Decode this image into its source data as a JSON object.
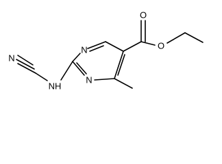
{
  "molecule": {
    "atoms": {
      "n_top": "N",
      "n_bottom": "N",
      "o_carbonyl": "O",
      "o_ester": "O",
      "n_nitrile": "N",
      "nh": "NH"
    }
  }
}
